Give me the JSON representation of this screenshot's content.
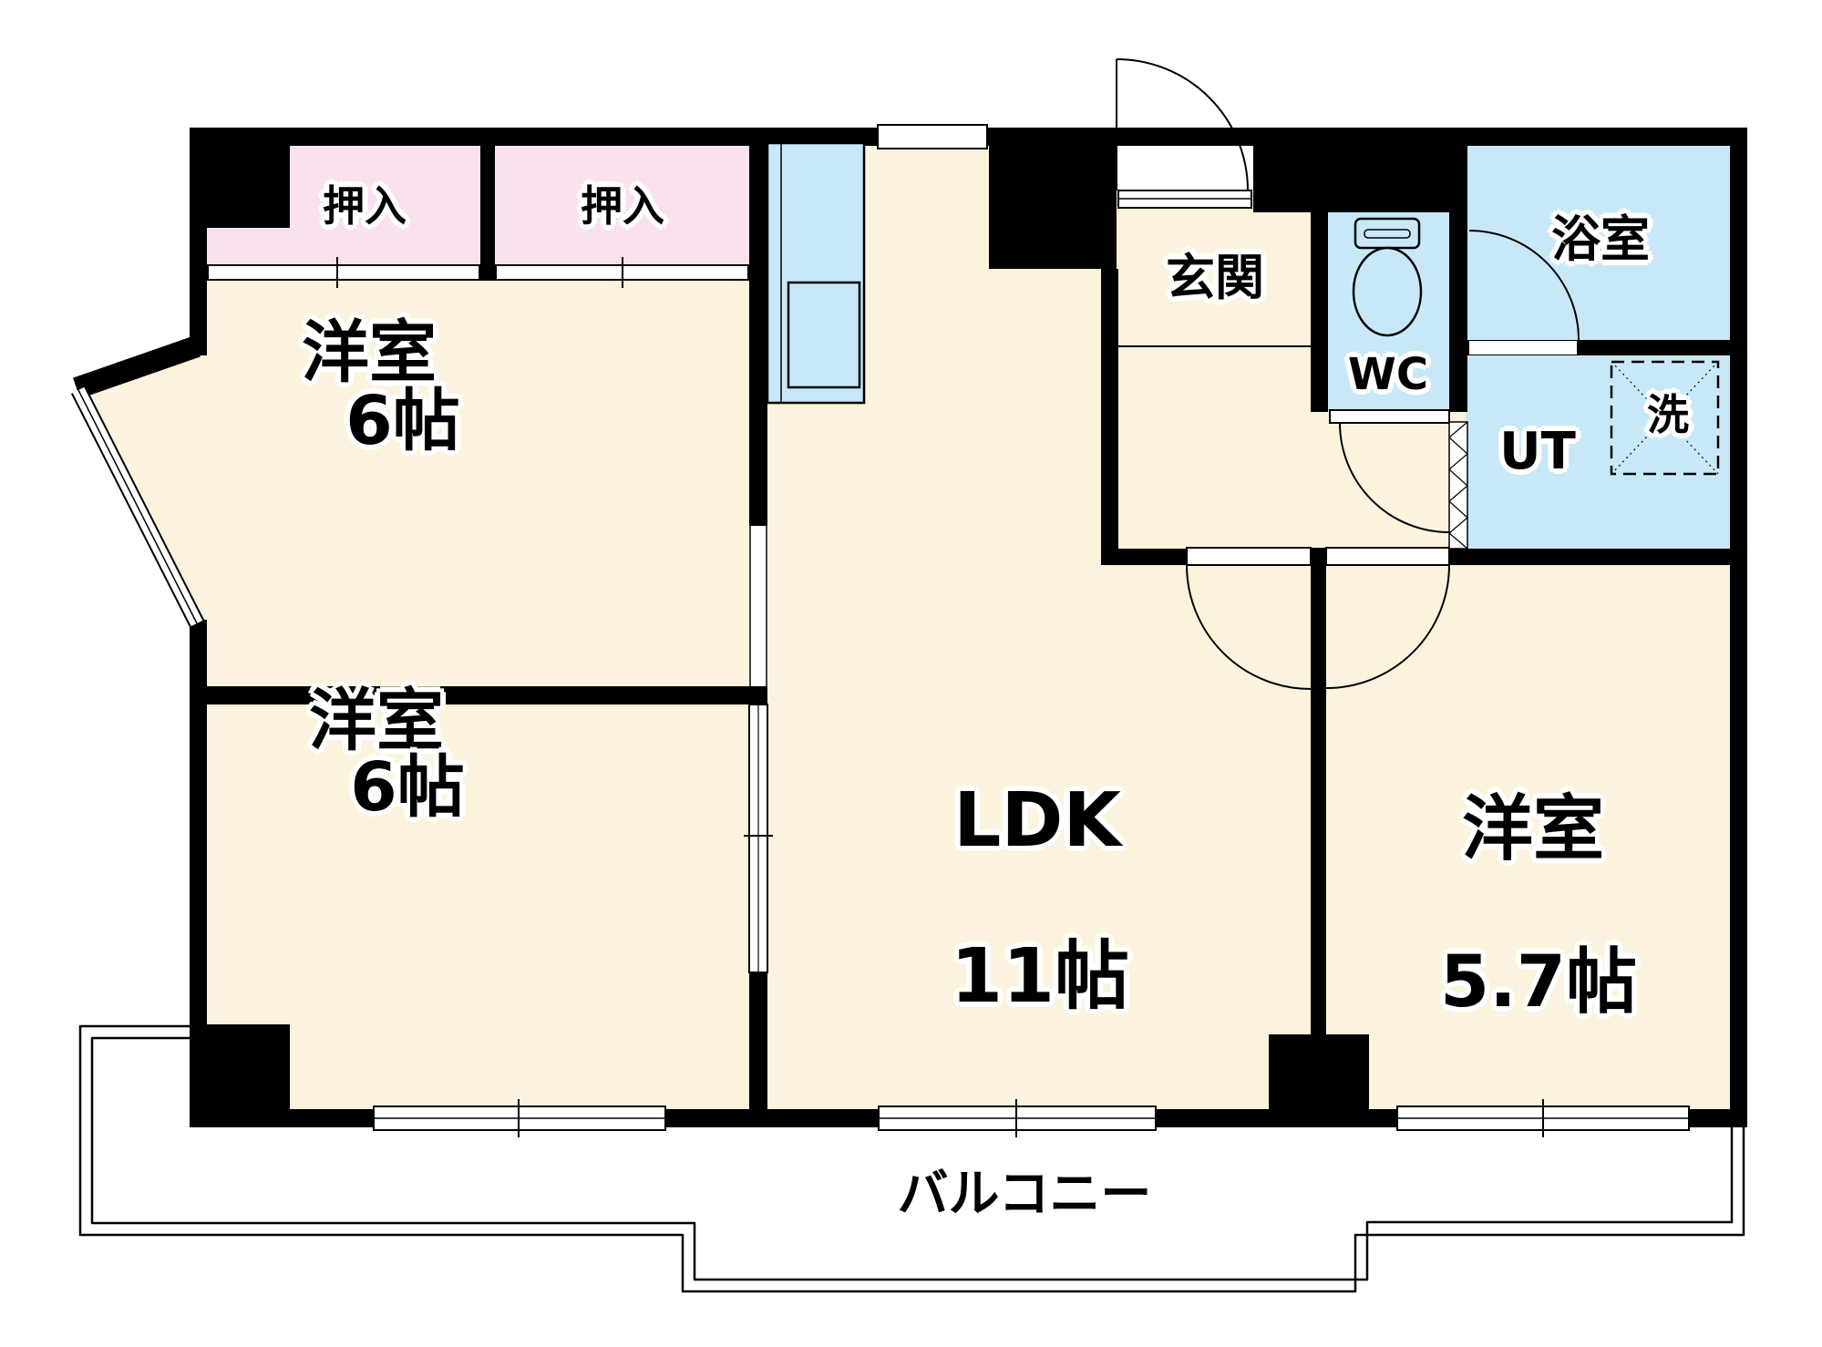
{
  "document": {
    "type": "apartment-floor-plan",
    "layout_name": "2LDK floor plan"
  },
  "colors": {
    "wall": "#000000",
    "room_floor": "#fcf3de",
    "closet_floor": "#fae1ef",
    "wet_area_floor": "#c8e8f8",
    "exterior": "#ffffff",
    "line": "#000000"
  },
  "rooms": {
    "closet_left": {
      "label": "押入"
    },
    "closet_right": {
      "label": "押入"
    },
    "bedroom_upper": {
      "name": "洋室",
      "size": "6帖"
    },
    "bedroom_lower": {
      "name": "洋室",
      "size": "6帖"
    },
    "ldk": {
      "name": "LDK",
      "size": "11帖"
    },
    "bedroom_right": {
      "name": "洋室",
      "size": "5.7帖"
    },
    "entrance": {
      "label": "玄関"
    },
    "wc": {
      "label": "WC"
    },
    "bathroom": {
      "label": "浴室"
    },
    "utility": {
      "label": "UT"
    },
    "laundry": {
      "label": "洗"
    },
    "balcony": {
      "label": "バルコニー"
    }
  },
  "icons": {
    "toilet": "toilet-icon",
    "kitchen_sink": "kitchen-sink-icon",
    "washing_machine_pan": "washing-machine-pan-icon",
    "door_swing": "door-swing-arc-icon",
    "sliding_door": "sliding-door-icon",
    "window": "window-icon",
    "folding_door": "folding-door-zigzag-icon"
  }
}
